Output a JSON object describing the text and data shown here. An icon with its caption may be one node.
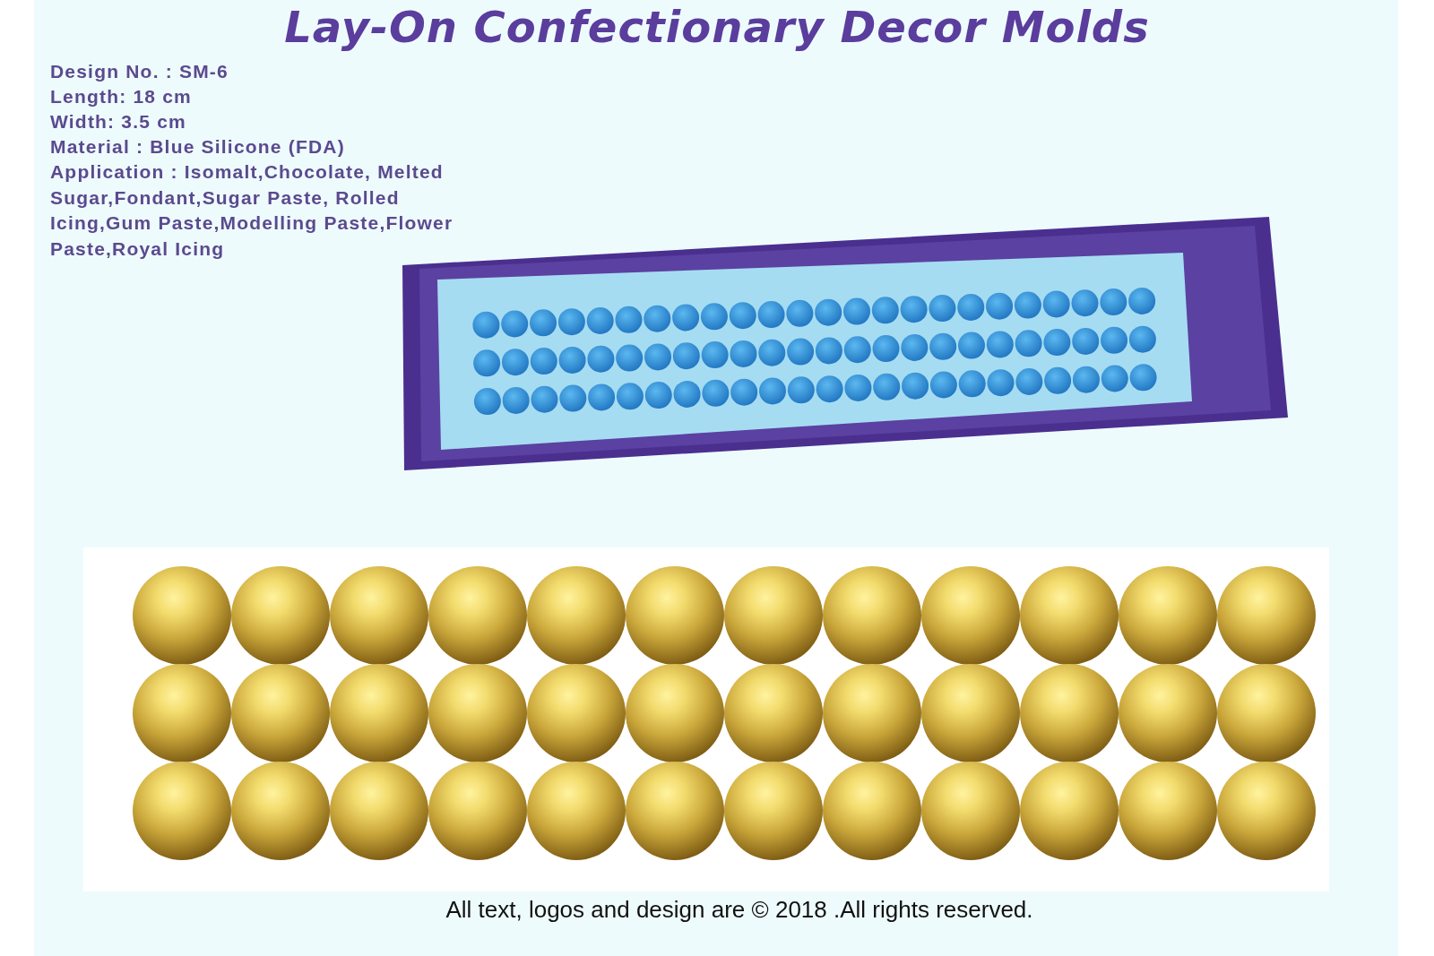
{
  "diagram": {
    "title": "Lay-On Confectionary Decor Molds",
    "labels": [
      "Design No. : SM-6",
      "Length: 18 cm",
      "Width: 3.5 cm",
      "Material : Blue Silicone (FDA)",
      "Application : Isomalt,Chocolate, Melted Sugar,Fondant,Sugar Paste, Rolled Icing,Gum Paste,Modelling Paste,Flower Paste,Royal Icing",
      "All text, logos and design are © 2018 .All rights reserved."
    ]
  }
}
